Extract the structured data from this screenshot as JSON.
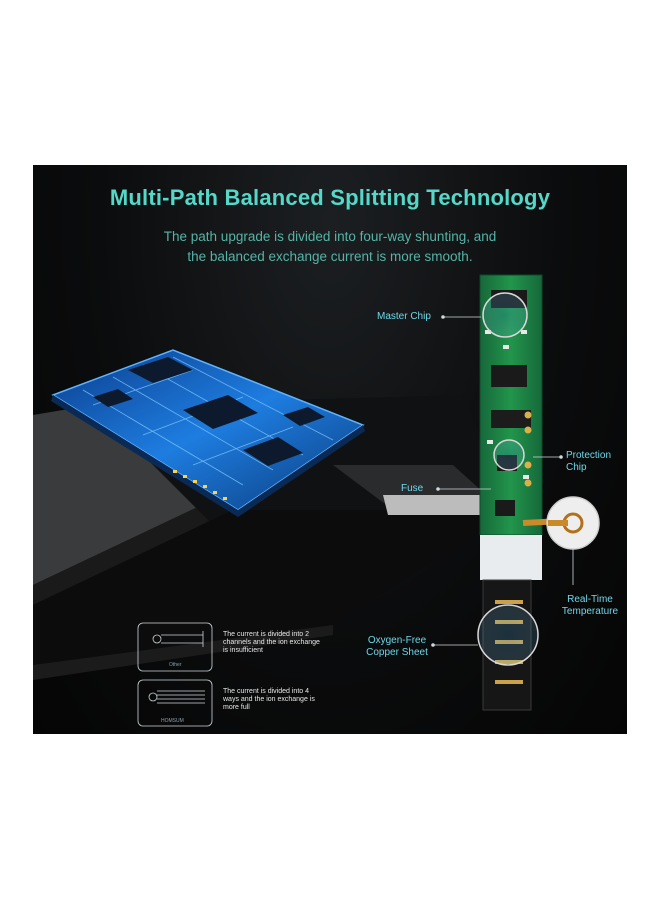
{
  "header": {
    "title": "Multi-Path Balanced Splitting Technology",
    "subtitle_line1": "The path upgrade is divided into four-way shunting, and",
    "subtitle_line2": "the balanced exchange current is more smooth."
  },
  "callouts": {
    "master_chip": "Master Chip",
    "protection_chip_1": "Protection",
    "protection_chip_2": "Chip",
    "fuse": "Fuse",
    "real_time_1": "Real-Time",
    "real_time_2": "Temperature",
    "oxygen_free_1": "Oxygen-Free",
    "oxygen_free_2": "Copper Sheet"
  },
  "comparison": {
    "other": {
      "caption": "Other",
      "text_line1": "The current is divided into 2",
      "text_line2": "channels and the ion exchange",
      "text_line3": "is insufficient"
    },
    "brand": {
      "caption": "HOMSUM",
      "text_line1": "The current is divided into 4",
      "text_line2": "ways and the ion exchange is",
      "text_line3": "more full"
    }
  },
  "colors": {
    "title": "#55d8c8",
    "callout": "#6fd7e8",
    "pcb_green": "#1f8a45",
    "board_blue": "#1e7de0"
  }
}
